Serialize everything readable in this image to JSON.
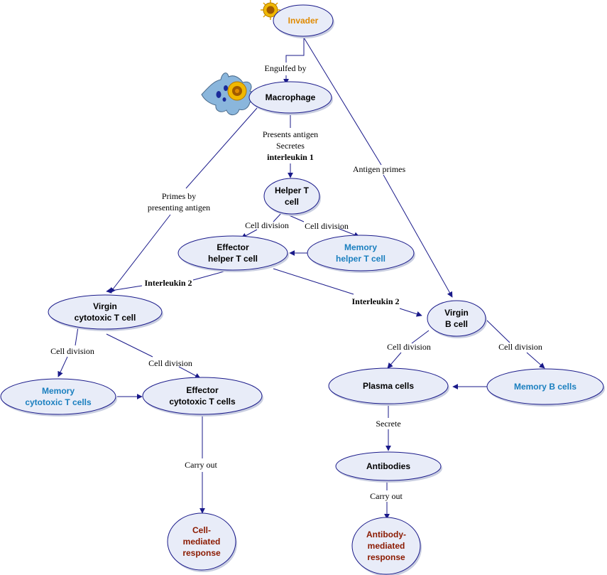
{
  "colors": {
    "node_fill": "#e8ecf8",
    "node_stroke": "#1a1a8a",
    "edge": "#1a1a8a",
    "text_black": "#000000",
    "text_orange": "#e08a00",
    "text_blue": "#1a7fbf",
    "text_red": "#8b1a00"
  },
  "nodes": {
    "invader": {
      "lines": [
        "Invader"
      ],
      "color": "orange"
    },
    "macrophage": {
      "lines": [
        "Macrophage"
      ],
      "color": "black"
    },
    "helper_t": {
      "lines": [
        "Helper T",
        "cell"
      ],
      "color": "black"
    },
    "effector_helper": {
      "lines": [
        "Effector",
        "helper T cell"
      ],
      "color": "black"
    },
    "memory_helper": {
      "lines": [
        "Memory",
        "helper T cell"
      ],
      "color": "blue"
    },
    "virgin_cytotoxic": {
      "lines": [
        "Virgin",
        "cytotoxic T cell"
      ],
      "color": "black"
    },
    "virgin_b": {
      "lines": [
        "Virgin",
        "B cell"
      ],
      "color": "black"
    },
    "memory_cytotoxic": {
      "lines": [
        "Memory",
        "cytotoxic T cells"
      ],
      "color": "blue"
    },
    "effector_cytotoxic": {
      "lines": [
        "Effector",
        "cytotoxic T cells"
      ],
      "color": "black"
    },
    "plasma": {
      "lines": [
        "Plasma cells"
      ],
      "color": "black"
    },
    "memory_b": {
      "lines": [
        "Memory B cells"
      ],
      "color": "blue"
    },
    "antibodies": {
      "lines": [
        "Antibodies"
      ],
      "color": "black"
    },
    "cell_mediated": {
      "lines": [
        "Cell-",
        "mediated",
        "response"
      ],
      "color": "red"
    },
    "antibody_mediated": {
      "lines": [
        "Antibody-",
        "mediated",
        "response"
      ],
      "color": "red"
    }
  },
  "edge_labels": {
    "engulfed_by": [
      "Engulfed by"
    ],
    "presents_antigen": [
      "Presents antigen",
      "Secretes"
    ],
    "interleukin_1": [
      "interleukin 1"
    ],
    "antigen_primes": [
      "Antigen primes"
    ],
    "primes_by": [
      "Primes by",
      "presenting antigen"
    ],
    "helper_cell_division_left": [
      "Cell division"
    ],
    "helper_cell_division_right": [
      "Cell division"
    ],
    "interleukin_2_left": [
      "Interleukin 2"
    ],
    "interleukin_2_right": [
      "Interleukin 2"
    ],
    "cytotoxic_division_left": [
      "Cell division"
    ],
    "cytotoxic_division_right": [
      "Cell division"
    ],
    "b_division_left": [
      "Cell division"
    ],
    "b_division_right": [
      "Cell division"
    ],
    "secrete": [
      "Secrete"
    ],
    "carry_out_left": [
      "Carry out"
    ],
    "carry_out_right": [
      "Carry out"
    ]
  }
}
